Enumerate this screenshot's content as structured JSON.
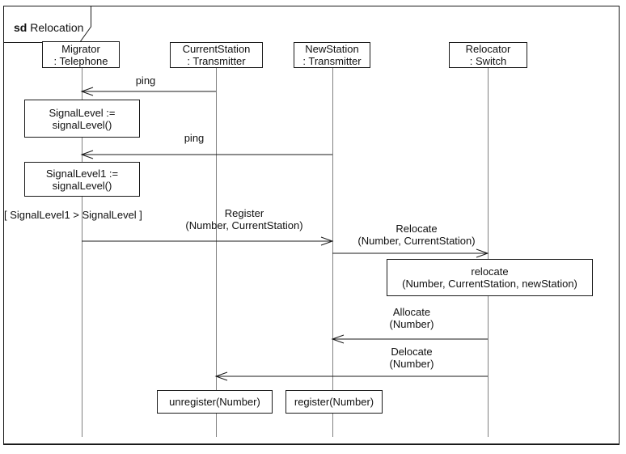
{
  "frame": {
    "keyword": "sd",
    "name": "Relocation"
  },
  "lifelines": [
    {
      "name": "Migrator",
      "type": ": Telephone"
    },
    {
      "name": "CurrentStation",
      "type": ": Transmitter"
    },
    {
      "name": "NewStation",
      "type": ": Transmitter"
    },
    {
      "name": "Relocator",
      "type": ": Switch"
    }
  ],
  "messages": [
    {
      "name": "ping-1",
      "label1": "ping",
      "label2": "",
      "from": "CurrentStation",
      "to": "Migrator"
    },
    {
      "name": "ping-2",
      "label1": "ping",
      "label2": "",
      "from": "NewStation",
      "to": "Migrator"
    },
    {
      "name": "register",
      "label1": "Register",
      "label2": "(Number, CurrentStation)",
      "from": "Migrator",
      "to": "NewStation"
    },
    {
      "name": "relocate",
      "label1": "Relocate",
      "label2": "(Number, CurrentStation)",
      "from": "NewStation",
      "to": "Relocator"
    },
    {
      "name": "allocate",
      "label1": "Allocate",
      "label2": "(Number)",
      "from": "Relocator",
      "to": "NewStation"
    },
    {
      "name": "delocate",
      "label1": "Delocate",
      "label2": "(Number)",
      "from": "Relocator",
      "to": "CurrentStation"
    }
  ],
  "actions": [
    {
      "name": "signal-level",
      "line1": "SignalLevel :=",
      "line2": "signalLevel()"
    },
    {
      "name": "signal-level1",
      "line1": "SignalLevel1 :=",
      "line2": "signalLevel()"
    },
    {
      "name": "relocate-call",
      "line1": "relocate",
      "line2": "(Number, CurrentStation, newStation)"
    },
    {
      "name": "unregister",
      "line1": "unregister(Number)",
      "line2": ""
    },
    {
      "name": "register-call",
      "line1": "register(Number)",
      "line2": ""
    }
  ],
  "guard": "[ SignalLevel1 > SignalLevel ]",
  "colors": {
    "message_line": "#1a1a1a",
    "lifeline": "#808080",
    "border": "#1a1a1a",
    "background": "#ffffff"
  }
}
